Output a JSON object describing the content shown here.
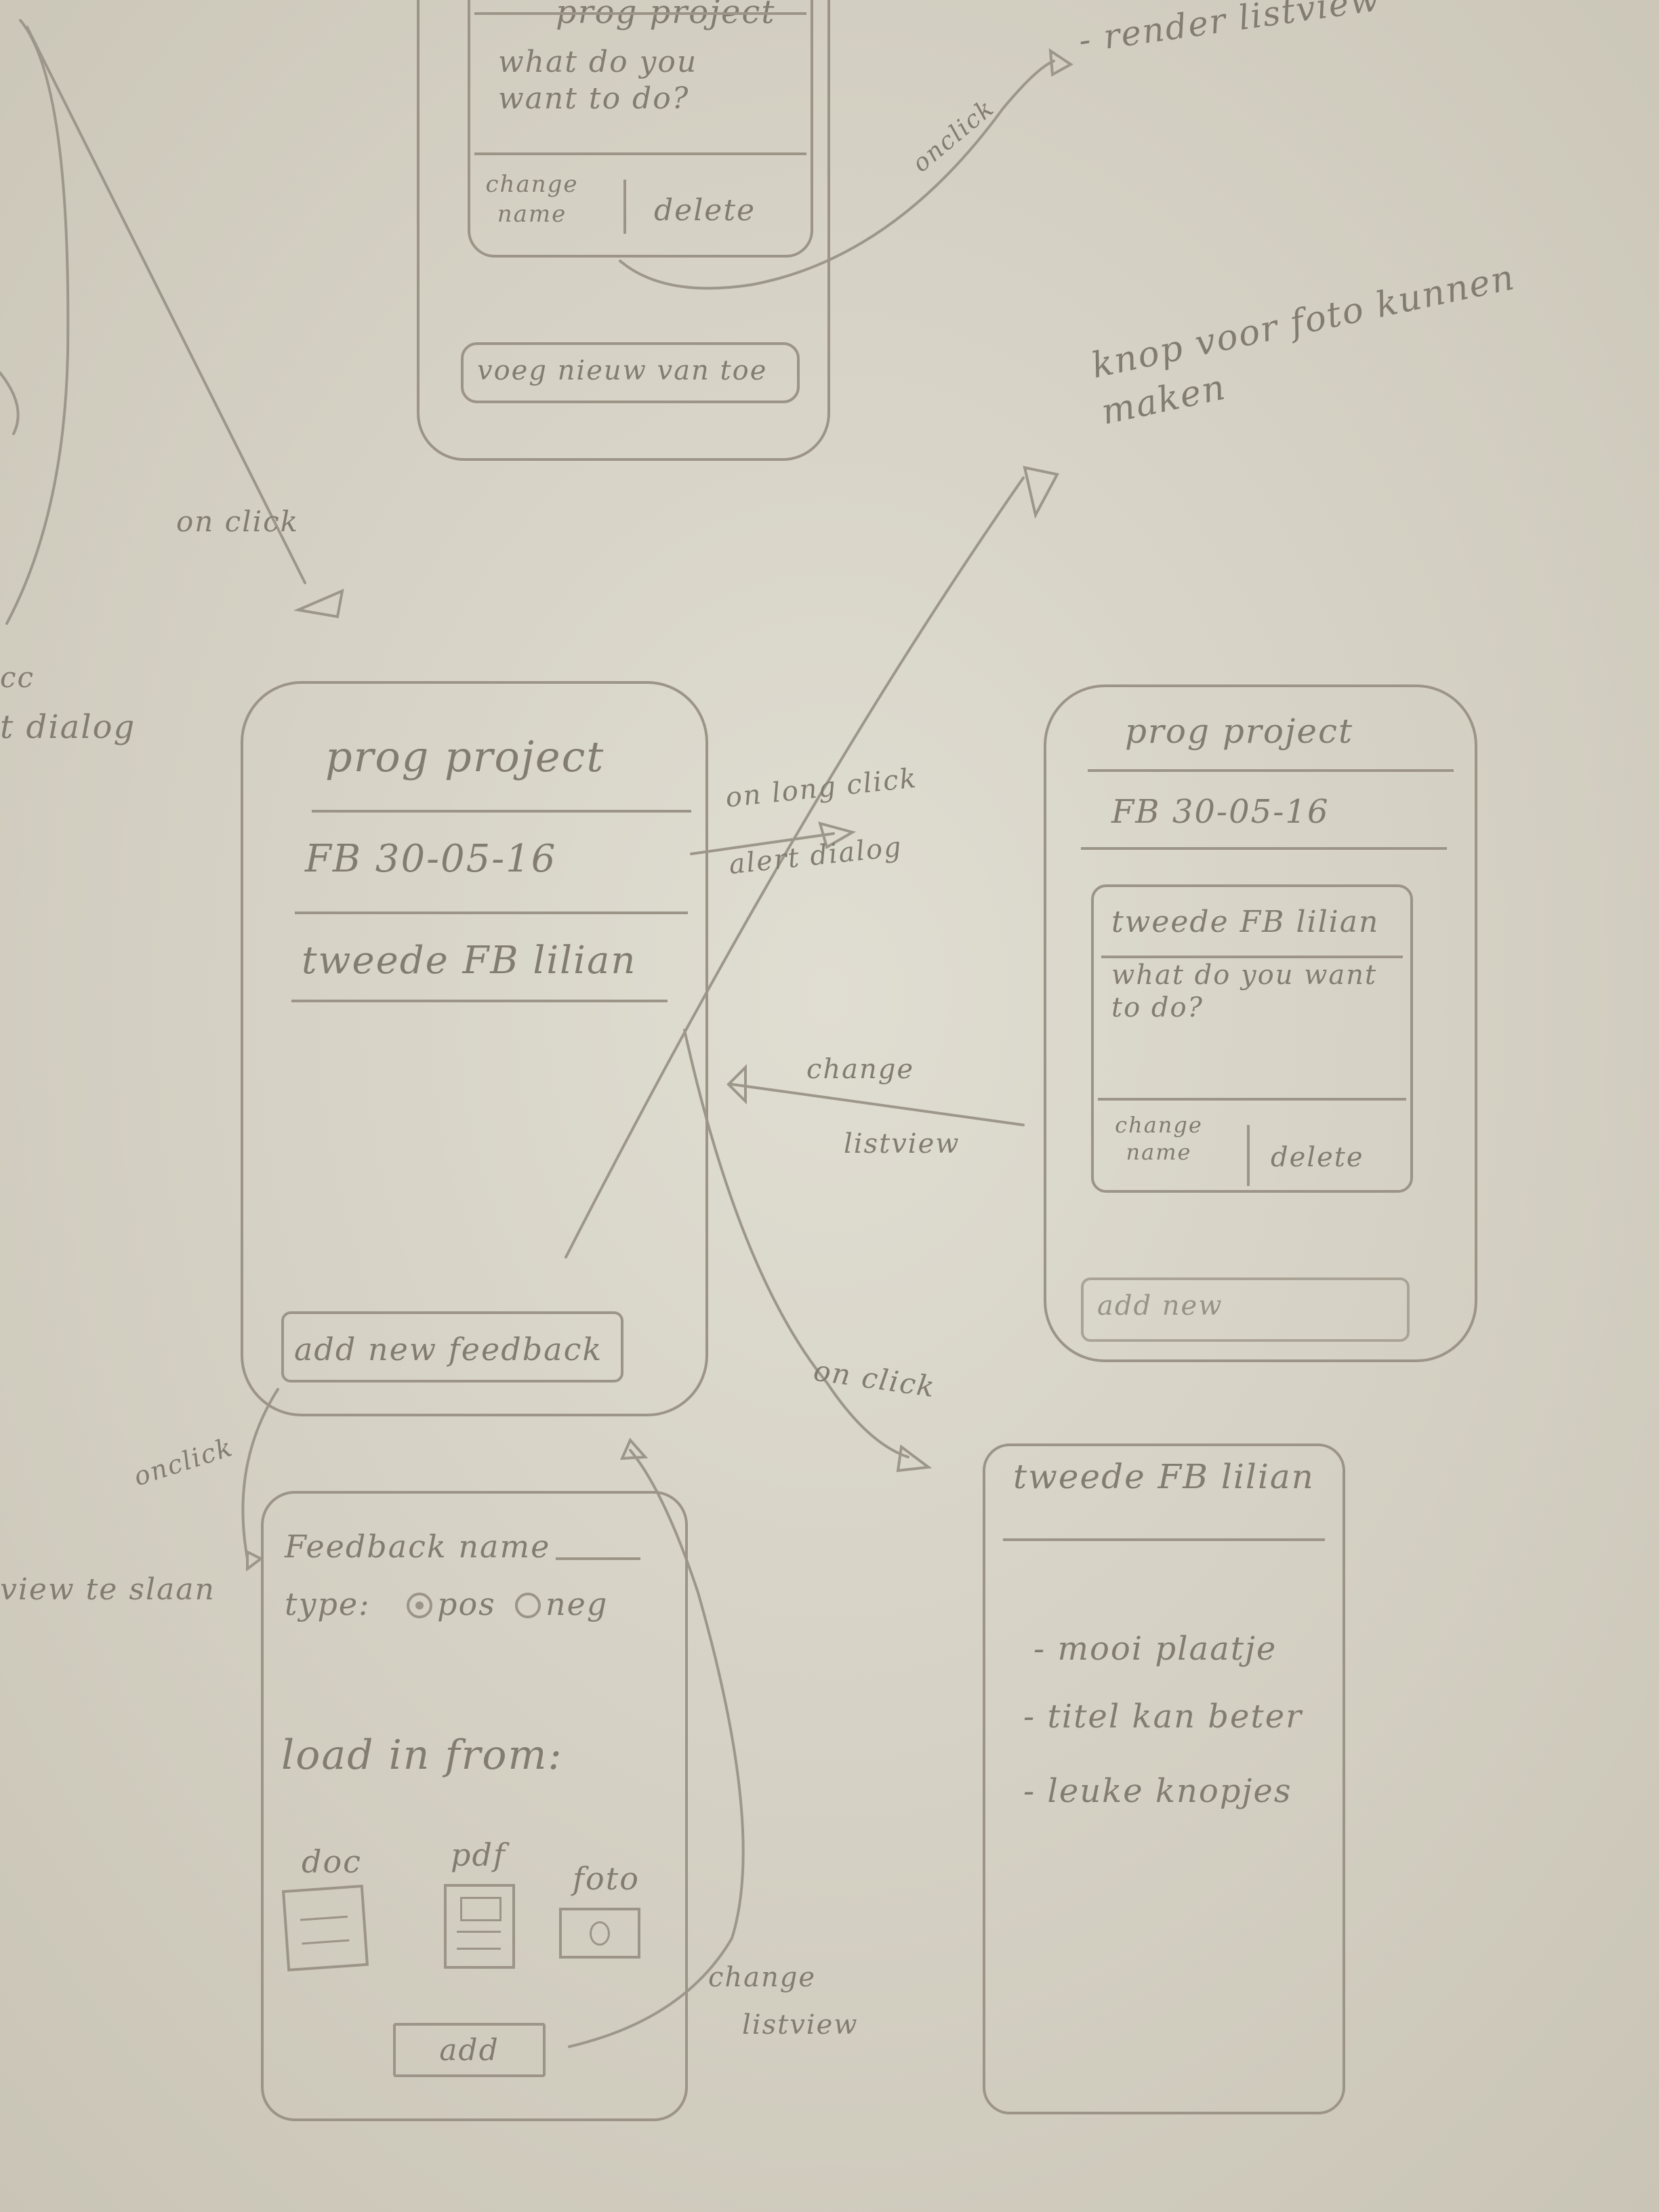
{
  "top_screen": {
    "title": "prog project",
    "dialog_prompt": "what do you want to do?",
    "btn_change_name": "change name",
    "btn_delete": "delete",
    "add_button": "voeg nieuw van toe"
  },
  "top_right_note": "- render listview",
  "top_right_onclick": "onclick",
  "left_onclick": "on click",
  "left_dialog": "t dialog",
  "left_cc": "cc",
  "camera_note": "knop voor foto kunnen maken",
  "main_screen": {
    "title": "prog project",
    "item1": "FB 30-05-16",
    "item2": "tweede FB lilian",
    "add_button": "add new feedback"
  },
  "long_click_label": "on long click",
  "alert_dialog_label": "alert dialog",
  "change_listview_label_1": "change",
  "change_listview_label_2": "listview",
  "dialog_screen": {
    "title": "prog project",
    "item1": "FB 30-05-16",
    "dialog_title": "tweede FB lilian",
    "dialog_prompt": "what do you want to do?",
    "btn_change_name": "change name",
    "btn_delete": "delete",
    "add_button": "add new"
  },
  "onclick_bottom_right": "on click",
  "onclick_bottom_left": "onclick",
  "left_edge_note": "view te slaan",
  "feedback_form": {
    "name_label": "Feedback name",
    "type_label": "type:",
    "opt_pos": "pos",
    "opt_neg": "neg",
    "load_label": "load in from:",
    "doc": "doc",
    "pdf": "pdf",
    "foto": "foto",
    "add_button": "add"
  },
  "bottom_change_listview_1": "change",
  "bottom_change_listview_2": "listview",
  "detail_screen": {
    "title": "tweede FB lilian",
    "line1": "- mooi plaatje",
    "line2": "- titel kan beter",
    "line3": "- leuke knopjes"
  }
}
